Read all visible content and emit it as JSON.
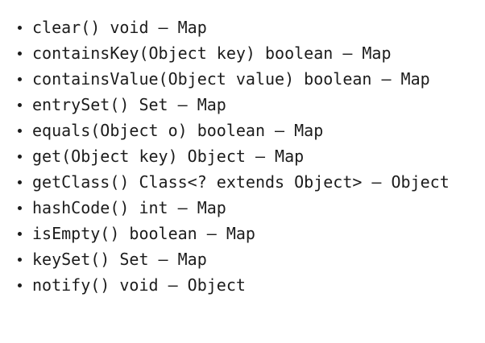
{
  "theme": {
    "background": "#ffffff",
    "text_color": "#1c1c1c",
    "bullet_color": "#1c1c1c"
  },
  "proposal_list": {
    "separator": "—",
    "items": [
      {
        "signature": "clear() void",
        "declaring_type": "Map",
        "text": "clear() void — Map"
      },
      {
        "signature": "containsKey(Object key) boolean",
        "declaring_type": "Map",
        "text": "containsKey(Object key) boolean — Map"
      },
      {
        "signature": "containsValue(Object value) boolean",
        "declaring_type": "Map",
        "text": "containsValue(Object value) boolean — Map"
      },
      {
        "signature": "entrySet() Set",
        "declaring_type": "Map",
        "text": "entrySet() Set — Map"
      },
      {
        "signature": "equals(Object o) boolean",
        "declaring_type": "Map",
        "text": "equals(Object o) boolean — Map"
      },
      {
        "signature": "get(Object key) Object",
        "declaring_type": "Map",
        "text": "get(Object key) Object — Map"
      },
      {
        "signature": "getClass() Class<? extends Object>",
        "declaring_type": "Object",
        "text": "getClass() Class<? extends Object> — Object"
      },
      {
        "signature": "hashCode() int",
        "declaring_type": "Map",
        "text": "hashCode() int — Map"
      },
      {
        "signature": "isEmpty() boolean",
        "declaring_type": "Map",
        "text": "isEmpty() boolean — Map"
      },
      {
        "signature": "keySet() Set",
        "declaring_type": "Map",
        "text": "keySet() Set — Map"
      },
      {
        "signature": "notify() void",
        "declaring_type": "Object",
        "text": "notify() void — Object"
      }
    ]
  }
}
